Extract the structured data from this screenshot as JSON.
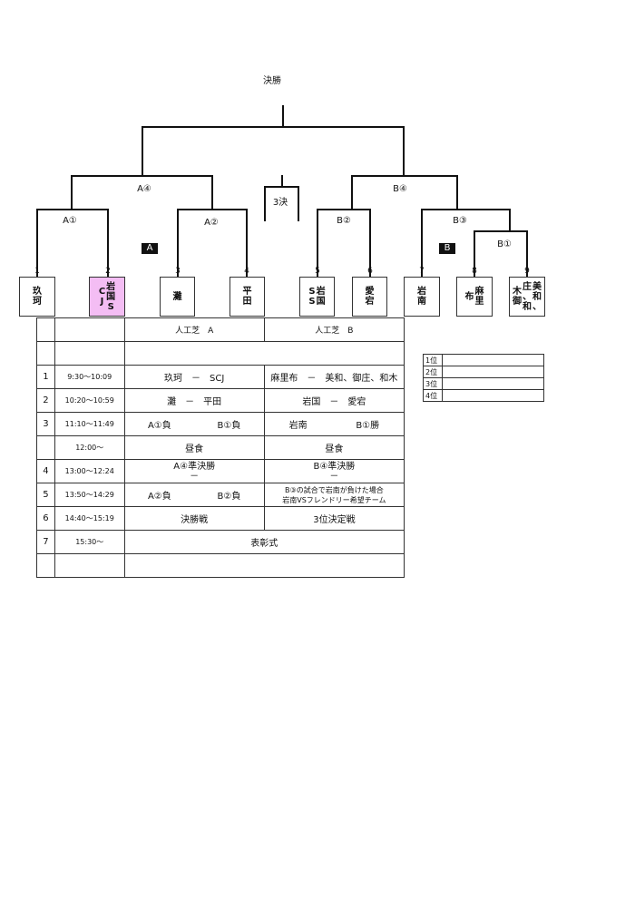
{
  "bracket": {
    "final_label": "決勝",
    "third_place_label": "3決",
    "match_labels": {
      "a4": "A④",
      "a1": "A①",
      "a2": "A②",
      "b4": "B④",
      "b2": "B②",
      "b3": "B③",
      "b1": "B①"
    },
    "groups": {
      "a": "A",
      "b": "B"
    },
    "teams": [
      {
        "num": "1",
        "name": "玖珂"
      },
      {
        "num": "2",
        "name": "岩国SCJ"
      },
      {
        "num": "3",
        "name": "灘"
      },
      {
        "num": "4",
        "name": "平田"
      },
      {
        "num": "5",
        "name": "岩国SS"
      },
      {
        "num": "6",
        "name": "愛宕"
      },
      {
        "num": "7",
        "name": "岩南"
      },
      {
        "num": "8",
        "name": "麻里布"
      },
      {
        "num": "9",
        "name": "美和、庄、和木御"
      }
    ]
  },
  "schedule": {
    "headers": {
      "field_a": "人工芝　A",
      "field_b": "人工芝　B"
    },
    "rows": [
      {
        "no": "1",
        "time": "9:30～10:09",
        "a": "玖珂　－　SCJ",
        "b": "麻里布　－　美和、御庄、和木"
      },
      {
        "no": "2",
        "time": "10:20～10:59",
        "a": "灘　－　平田",
        "b": "岩国　－　愛宕"
      },
      {
        "no": "3",
        "time": "11:10～11:49",
        "a1": "A①負",
        "a2": "B①負",
        "b1": "岩南",
        "b2": "B①勝"
      },
      {
        "no": "",
        "time": "12:00～",
        "a": "昼食",
        "b": "昼食"
      },
      {
        "no": "4",
        "time": "13:00～12:24",
        "a": "A④準決勝",
        "a_sub": "－",
        "b": "B④準決勝",
        "b_sub": "－"
      },
      {
        "no": "5",
        "time": "13:50～14:29",
        "a1": "A②負",
        "a2": "B②負",
        "b": "B③の試合で岩南が負けた場合",
        "b_sub": "岩南VSフレンドリー希望チーム"
      },
      {
        "no": "6",
        "time": "14:40～15:19",
        "a": "決勝戦",
        "b": "3位決定戦"
      },
      {
        "no": "7",
        "time": "15:30～",
        "merged": "表彰式"
      }
    ]
  },
  "ranking": [
    "1位",
    "2位",
    "3位",
    "4位"
  ]
}
